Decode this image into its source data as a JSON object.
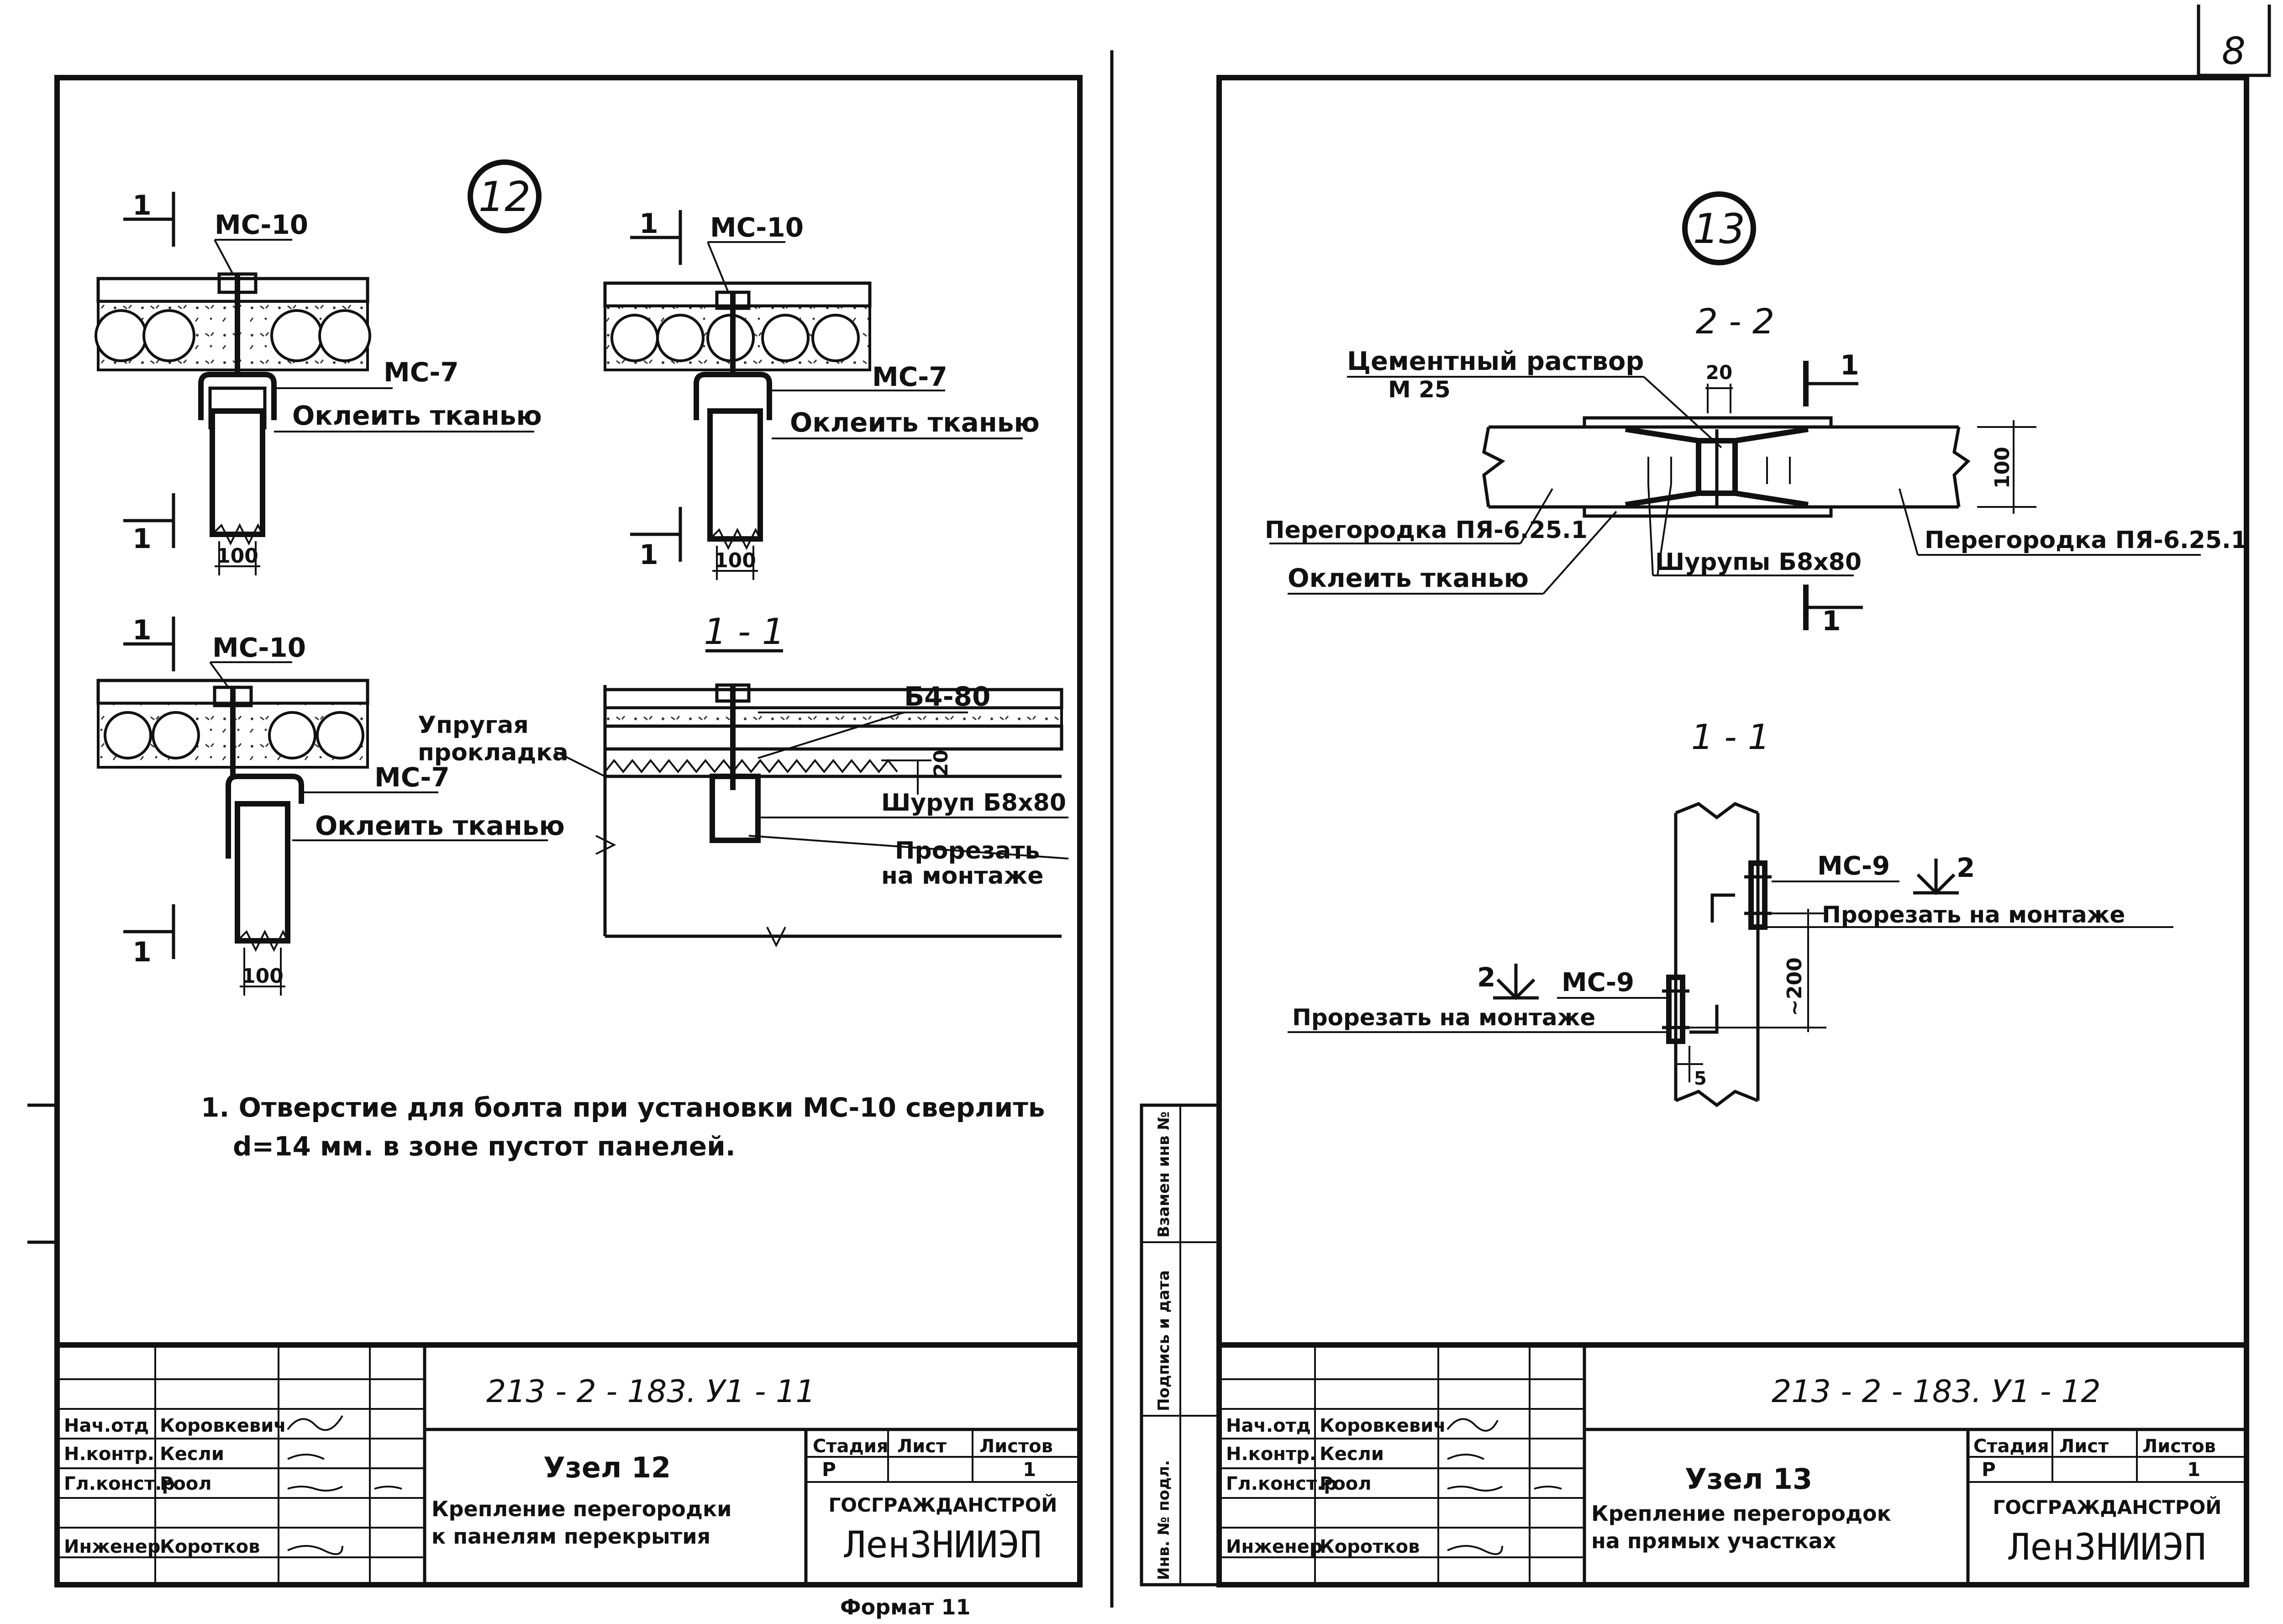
{
  "page_number": "8",
  "format_label": "Формат 11",
  "left_sheet": {
    "node_number": "12",
    "labels": {
      "mc10_a": "МС-10",
      "mc7_a": "МС-7",
      "cloth_a": "Оклеить тканью",
      "dim_100_a": "100",
      "mc10_b": "МС-10",
      "mc7_b": "МС-7",
      "cloth_b": "Оклеить тканью",
      "dim_100_b": "100",
      "mc10_c": "МС-10",
      "mc7_c": "МС-7",
      "cloth_c": "Оклеить тканью",
      "dim_100_c": "100",
      "section_1_1": "1 - 1",
      "b480": "Б4-80",
      "elastic_1": "Упругая",
      "elastic_2": "прокладка",
      "dim_20": "20",
      "screw": "Шуруп Б8х80",
      "groove_1": "Прорезать",
      "groove_2": "на монтаже",
      "cut_mark": "1"
    },
    "note_line1": "1. Отверстие для болта при установки МС-10 сверлить",
    "note_line2": "d=14 мм. в зоне пустот  панелей.",
    "title_block": {
      "doc_code": "213 - 2 - 183. У1 - 11",
      "roles": [
        "Нач.отд",
        "Н.контр.",
        "Гл.конст.р",
        "",
        "Инженер"
      ],
      "names": [
        "Коровкевич",
        "Кесли",
        "Роол",
        "",
        "Коротков"
      ],
      "stage_header": "Стадия",
      "sheet_header": "Лист",
      "sheets_header": "Листов",
      "stage": "Р",
      "sheet_count": "1",
      "node_title": "Узел 12",
      "desc_line1": "Крепление перегородки",
      "desc_line2": "к панелям перекрытия",
      "org_line1": "ГОСГРАЖДАНСТРОЙ",
      "org_line2": "ЛенЗНИИЭП"
    }
  },
  "right_sheet": {
    "node_number": "13",
    "labels": {
      "section_2_2": "2 - 2",
      "mortar_1": "Цементный раствор",
      "mortar_2": "М 25",
      "dim_20": "20",
      "cut_mark_1": "1",
      "dim_100": "100",
      "partition_left": "Перегородка ПЯ-6.25.1",
      "partition_right": "Перегородка ПЯ-6.25.1",
      "cloth": "Оклеить тканью",
      "screws": "Шурупы Б8х80",
      "section_1_1": "1 - 1",
      "mc9_upper": "МС-9",
      "cut_mark_2": "2",
      "groove_upper": "Прорезать на монтаже",
      "dim_200": "~200",
      "mc9_lower": "МС-9",
      "groove_lower": "Прорезать на монтаже",
      "dim_5": "5"
    },
    "side_stamp": [
      "Взамен инв №",
      "Подпись и дата",
      "Инв. № подл."
    ],
    "title_block": {
      "doc_code": "213 - 2 - 183. У1 - 12",
      "roles": [
        "Нач.отд",
        "Н.контр.",
        "Гл.конст.р",
        "",
        "Инженер"
      ],
      "names": [
        "Коровкевич",
        "Кесли",
        "Роол",
        "",
        "Коротков"
      ],
      "stage_header": "Стадия",
      "sheet_header": "Лист",
      "sheets_header": "Листов",
      "stage": "Р",
      "sheet_count": "1",
      "node_title": "Узел 13",
      "desc_line1": "Крепление перегородок",
      "desc_line2": "на прямых участках",
      "org_line1": "ГОСГРАЖДАНСТРОЙ",
      "org_line2": "ЛенЗНИИЭП"
    }
  }
}
